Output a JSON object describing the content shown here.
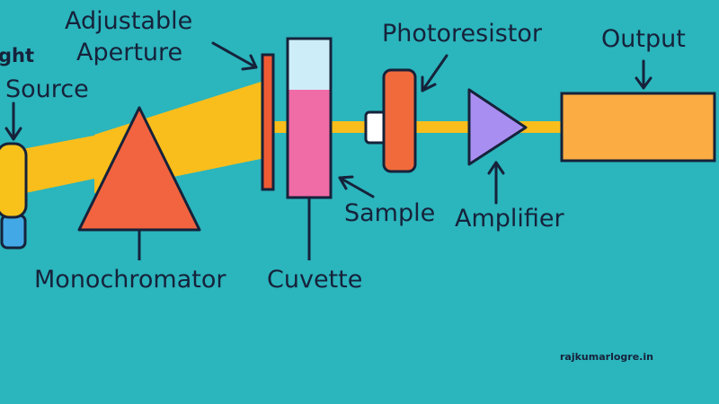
{
  "labels": {
    "light": "ght",
    "source": "Source",
    "adjustable": "Adjustable",
    "aperture": "Aperture",
    "photoresistor": "Photoresistor",
    "output": "Output",
    "sample": "Sample",
    "amplifier": "Amplifier",
    "monochromator": "Monochromator",
    "cuvette": "Cuvette"
  },
  "credit": "rajkumarlogre.in",
  "colors": {
    "background": "#2bb5bd",
    "beam": "#f9be1c",
    "prism": "#f2643f",
    "aperture": "#ef5a33",
    "cuvette_top": "#cdeef8",
    "cuvette_liquid": "#f06ca6",
    "photoresistor": "#f06a3c",
    "amplifier": "#a98ef2",
    "output": "#fbac43",
    "lamp": "#f8c21b",
    "lamp_base": "#43a9e6",
    "outline": "#16223a"
  }
}
